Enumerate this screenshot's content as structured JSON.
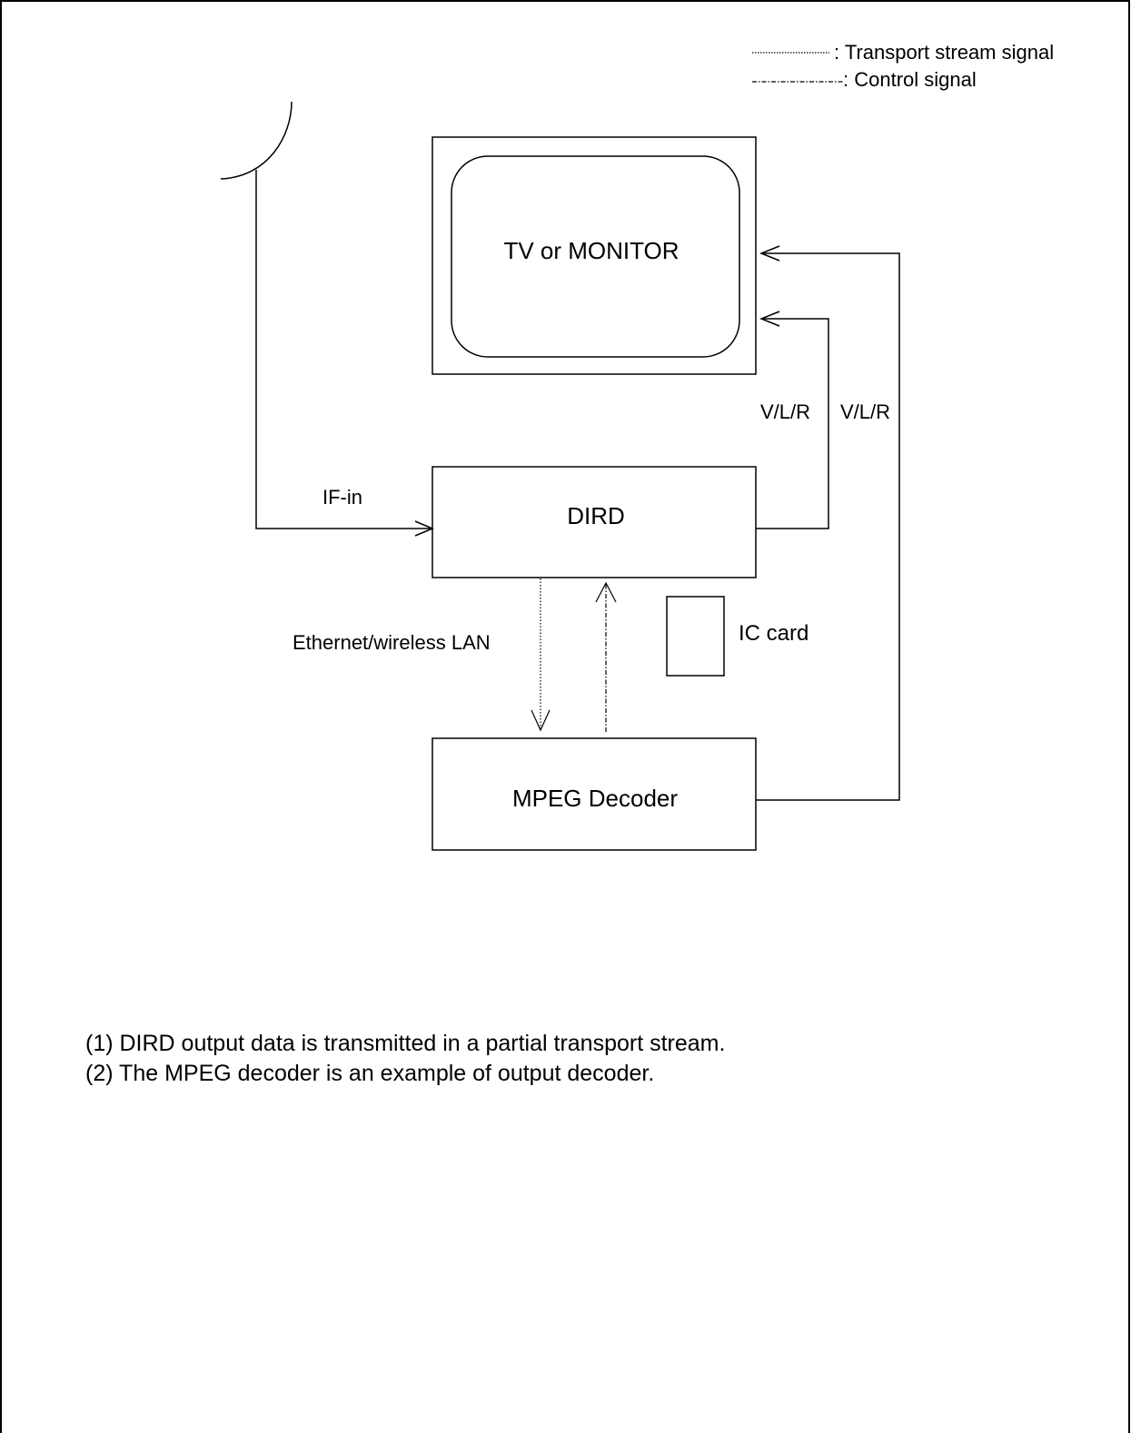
{
  "legend": {
    "transport_label": ": Transport stream signal",
    "control_label": ": Control signal"
  },
  "blocks": {
    "tv": "TV or MONITOR",
    "dird": "DIRD",
    "mpeg": "MPEG Decoder",
    "ic_card": "IC card"
  },
  "labels": {
    "if_in": "IF-in",
    "vlr_dird": "V/L/R",
    "vlr_mpeg": "V/L/R",
    "network": "Ethernet/wireless LAN"
  },
  "notes": [
    "(1) DIRD output data is transmitted in a partial transport stream.",
    "(2) The MPEG decoder is an example of output decoder."
  ]
}
